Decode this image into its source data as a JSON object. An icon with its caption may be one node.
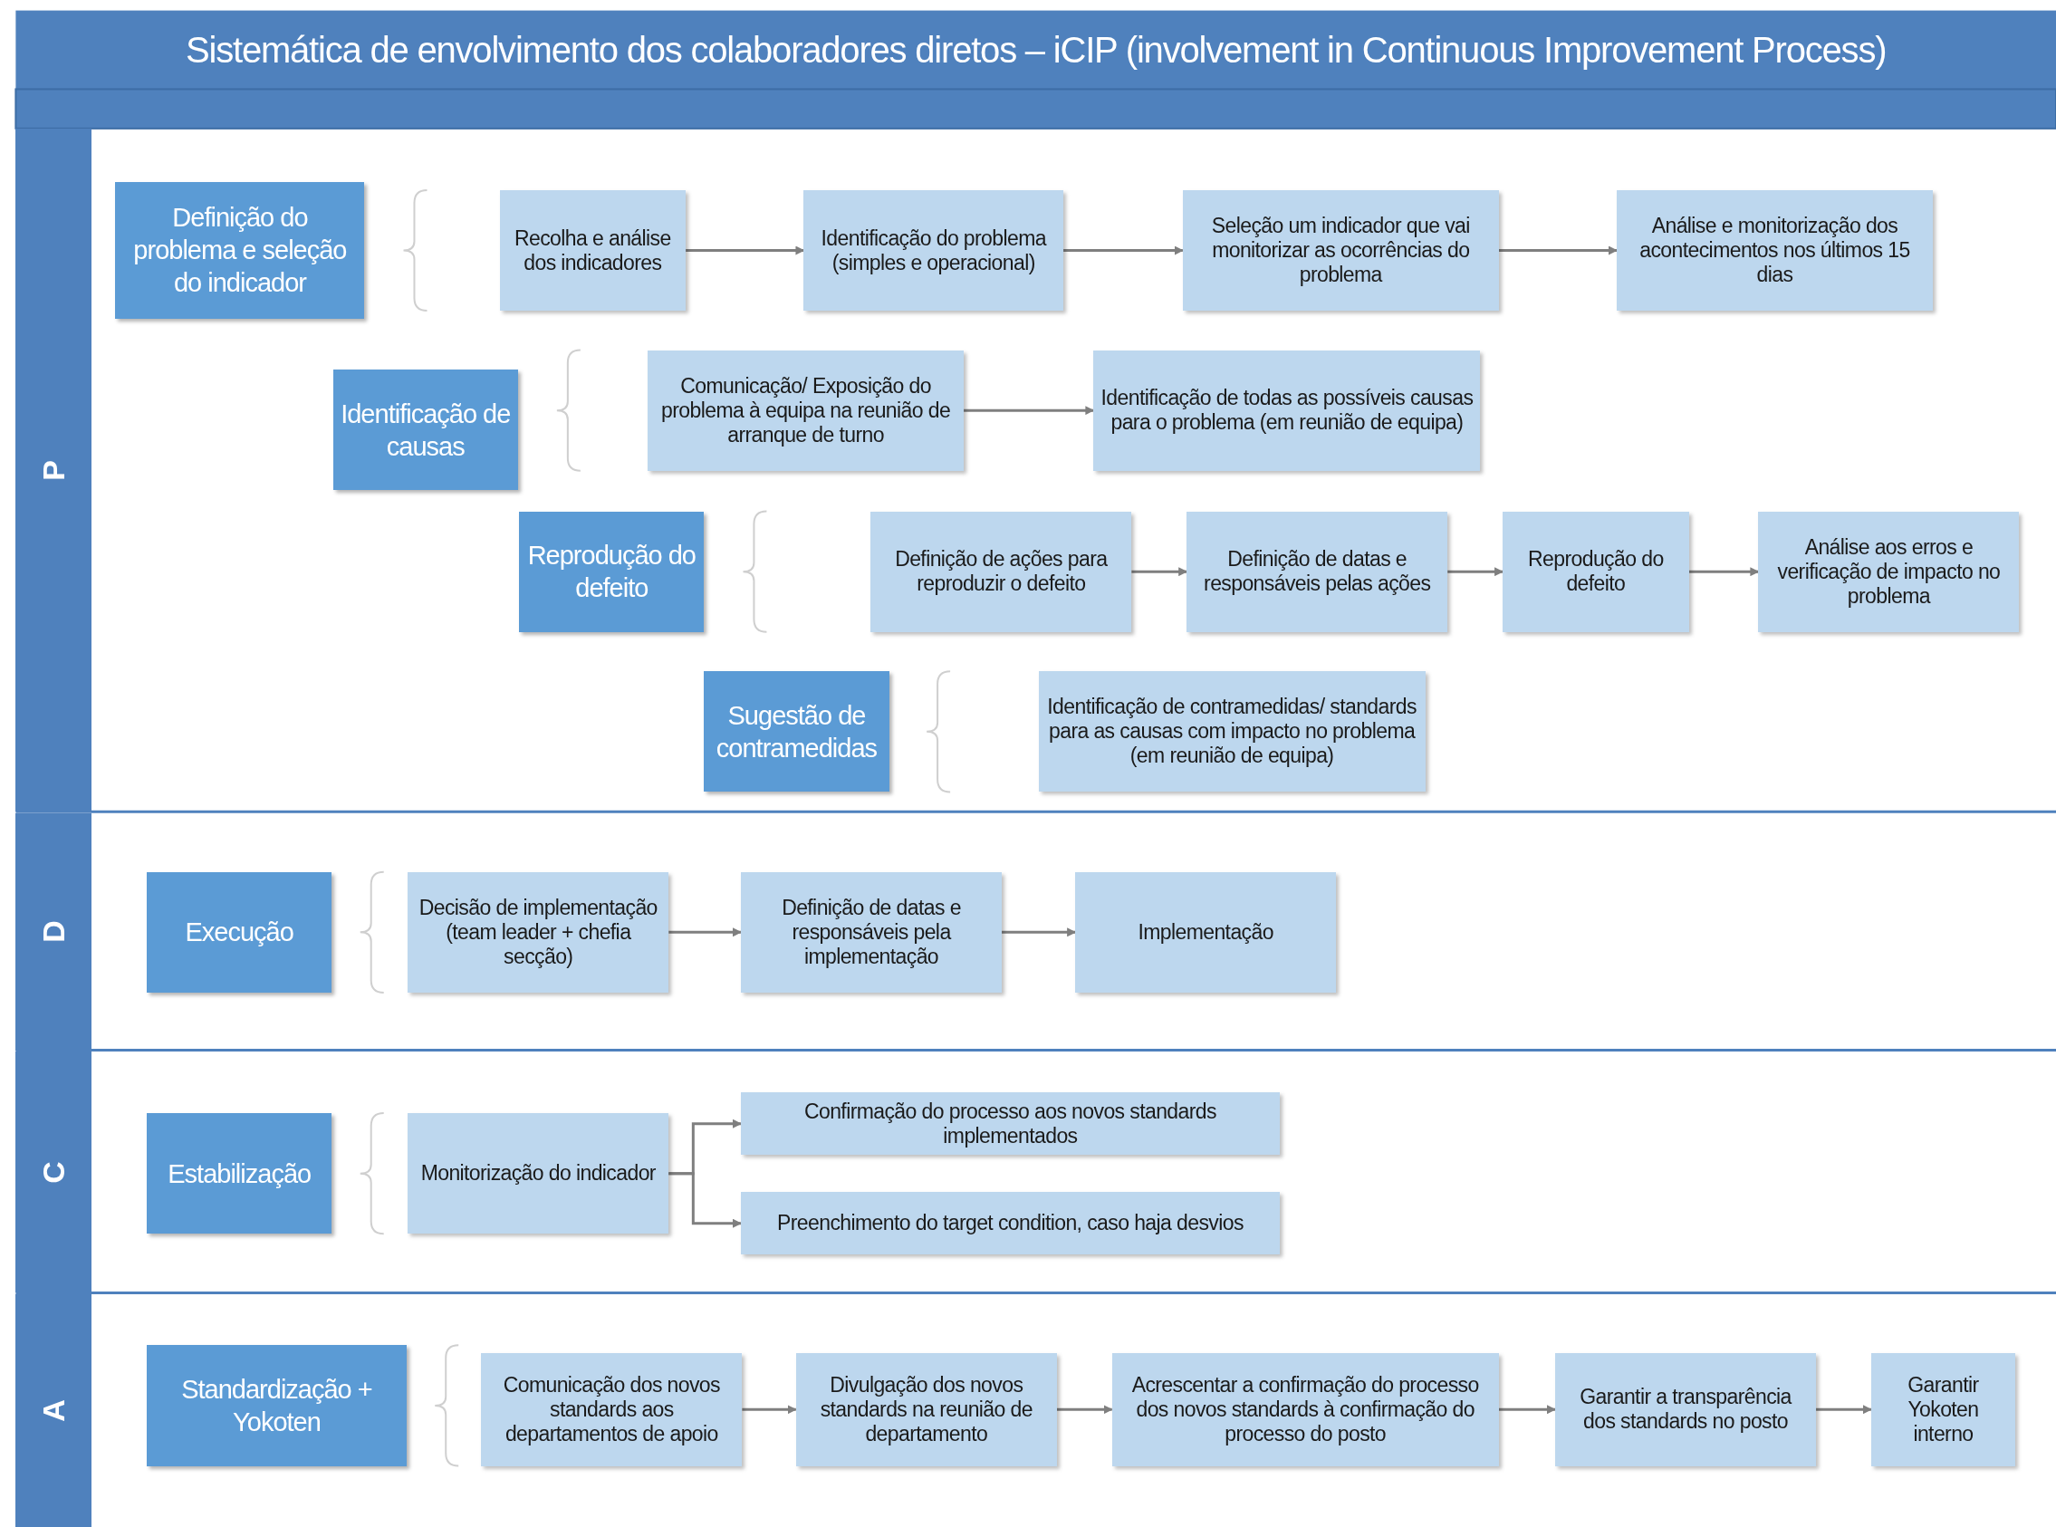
{
  "diagram": {
    "title": "Sistemática de envolvimento dos colaboradores diretos – iCIP (involvement in Continuous Improvement Process)",
    "nodes": [
      {
        "text": [
          "P"
        ]
      },
      {
        "text": [
          "Definição do problema e seleção do indicador"
        ]
      },
      {
        "text": [
          "Recolha e análise dos indicadores"
        ]
      },
      {
        "text": [
          "Identificação do problema (simples e operacional)"
        ]
      },
      {
        "text": [
          "Seleção um indicador que vai monitorizar as ocorrências do problema"
        ]
      },
      {
        "text": [
          "Análise e monitorização dos acontecimentos nos últimos 15 dias"
        ]
      },
      {
        "text": [
          "Identificação de causas"
        ]
      },
      {
        "text": [
          "Comunicação/ Exposição do problema à equipa na reunião de arranque de turno"
        ]
      },
      {
        "text": [
          "Identificação de todas as possíveis causas para o problema (em reunião de equipa)"
        ]
      },
      {
        "text": [
          "Reprodução do defeito"
        ]
      },
      {
        "text": [
          "Definição de ações para reproduzir o defeito"
        ]
      },
      {
        "text": [
          "Definição de datas e responsáveis pelas ações"
        ]
      },
      {
        "text": [
          "Reprodução do defeito"
        ]
      },
      {
        "text": [
          "Análise aos erros e verificação de impacto no problema"
        ]
      },
      {
        "text": [
          "Sugestão de contramedidas"
        ]
      },
      {
        "text": [
          "Identificação de contramedidas/ standards para as causas com impacto no problema (em reunião de equipa)"
        ]
      },
      {
        "text": [
          "D"
        ]
      },
      {
        "text": [
          "Execução"
        ]
      },
      {
        "text": [
          "Decisão de implementação (team leader + chefia secção)"
        ]
      },
      {
        "text": [
          "Definição de datas e responsáveis pela implementação"
        ]
      },
      {
        "text": [
          "Implementação"
        ]
      },
      {
        "text": [
          "C"
        ]
      },
      {
        "text": [
          "Estabilização"
        ]
      },
      {
        "text": [
          "Monitorização do indicador"
        ]
      },
      {
        "text": [
          "Confirmação do processo aos novos standards implementados"
        ]
      },
      {
        "text": [
          "Preenchimento do target condition, caso haja desvios"
        ]
      },
      {
        "text": [
          "A"
        ]
      },
      {
        "text": [
          "Standardização + Yokoten"
        ]
      },
      {
        "text": [
          "Comunicação dos novos standards aos departamentos de apoio"
        ]
      },
      {
        "text": [
          "Divulgação dos novos standards na reunião de departamento"
        ]
      },
      {
        "text": [
          "Acrescentar a confirmação do processo dos novos standards à confirmação do processo do posto"
        ]
      },
      {
        "text": [
          "Garantir a transparência dos standards no posto"
        ]
      },
      {
        "text": [
          "Garantir Yokoten interno"
        ]
      }
    ],
    "edges": [
      {
        "from": 2,
        "to": 3,
        "arrow": "to"
      },
      {
        "from": 3,
        "to": 4,
        "arrow": "to"
      },
      {
        "from": 4,
        "to": 5,
        "arrow": "to"
      },
      {
        "from": 7,
        "to": 8,
        "arrow": "to"
      },
      {
        "from": 10,
        "to": 11,
        "arrow": "to"
      },
      {
        "from": 11,
        "to": 12,
        "arrow": "to"
      },
      {
        "from": 12,
        "to": 13,
        "arrow": "to"
      },
      {
        "from": 18,
        "to": 19,
        "arrow": "to"
      },
      {
        "from": 19,
        "to": 20,
        "arrow": "to"
      },
      {
        "from": 23,
        "to": 24,
        "arrow": "to"
      },
      {
        "from": 23,
        "to": 25,
        "arrow": "to"
      },
      {
        "from": 28,
        "to": 29,
        "arrow": "to"
      },
      {
        "from": 29,
        "to": 30,
        "arrow": "to"
      },
      {
        "from": 30,
        "to": 31,
        "arrow": "to"
      },
      {
        "from": 31,
        "to": 32,
        "arrow": "to"
      }
    ]
  }
}
